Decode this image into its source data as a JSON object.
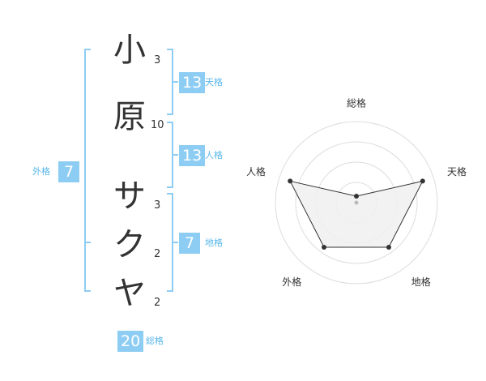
{
  "name": {
    "characters": [
      {
        "char": "小",
        "strokes": "3"
      },
      {
        "char": "原",
        "strokes": "10"
      },
      {
        "char": "サ",
        "strokes": "3"
      },
      {
        "char": "ク",
        "strokes": "2"
      },
      {
        "char": "ヤ",
        "strokes": "2"
      }
    ]
  },
  "fortunes": {
    "tenkaku": {
      "label": "天格",
      "value": "13"
    },
    "jinkaku": {
      "label": "人格",
      "value": "13"
    },
    "chikaku": {
      "label": "地格",
      "value": "7"
    },
    "gaikaku": {
      "label": "外格",
      "value": "7"
    },
    "soukaku": {
      "label": "総格",
      "value": "20"
    }
  },
  "chart_data": {
    "type": "radar",
    "categories": [
      "総格",
      "天格",
      "地格",
      "外格",
      "人格"
    ],
    "values": [
      0.4,
      4.3,
      3.4,
      3.4,
      4.3
    ],
    "rmax": 5,
    "rings": 4,
    "grid": true,
    "colors": {
      "fill": "#f0f0f0",
      "line": "#333333",
      "grid": "#dddddd",
      "center": "#bbbbbb"
    }
  }
}
